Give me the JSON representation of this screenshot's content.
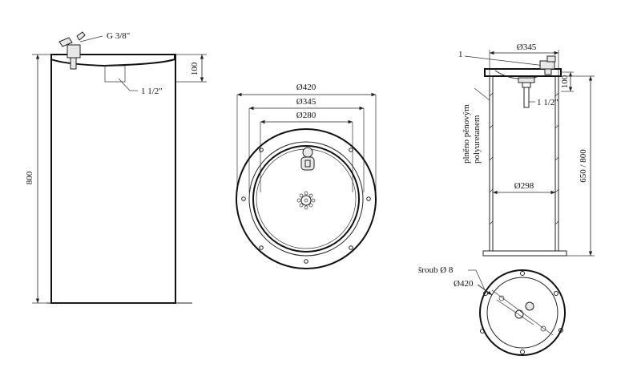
{
  "labels": {
    "side_thread": "G 3/8\"",
    "side_drain": "1 1/2\"",
    "side_top_height": "100",
    "side_height": "800",
    "top_outer_diameter": "Ø420",
    "top_mid_diameter": "Ø345",
    "top_inner_diameter": "Ø280",
    "section_top_diameter": "Ø345",
    "section_part_number": "1",
    "section_top_height": "100",
    "section_drain": "1 1/2\"",
    "section_insulation_line1": "plněno pěnovým",
    "section_insulation_line2": "polyuretanem",
    "section_height": "650 / 800",
    "section_body_diameter": "Ø298",
    "base_screw": "šroub Ø 8",
    "base_diameter": "Ø420"
  }
}
